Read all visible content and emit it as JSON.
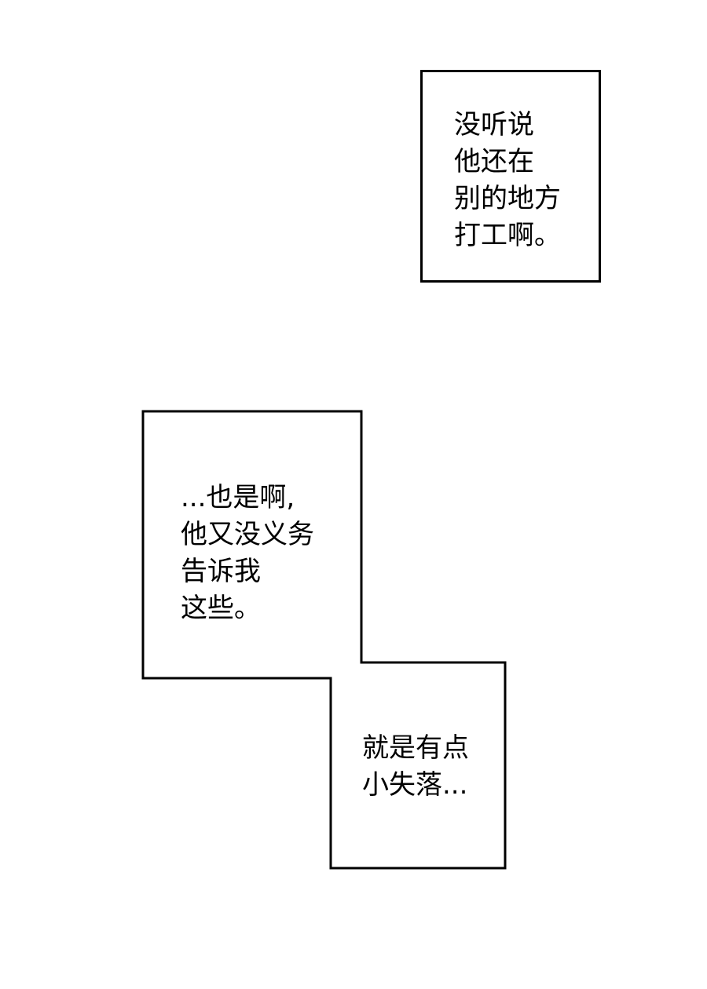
{
  "captions": {
    "box1": {
      "lines": [
        "没听说",
        "他还在",
        "别的地方",
        "打工啊。"
      ]
    },
    "box2": {
      "lines": [
        "...也是啊,",
        "他又没义务",
        "告诉我",
        "这些。"
      ]
    },
    "box3": {
      "lines": [
        "就是有点",
        "小失落..."
      ]
    }
  },
  "colors": {
    "border": "#000000",
    "background": "#ffffff",
    "text": "#000000"
  }
}
